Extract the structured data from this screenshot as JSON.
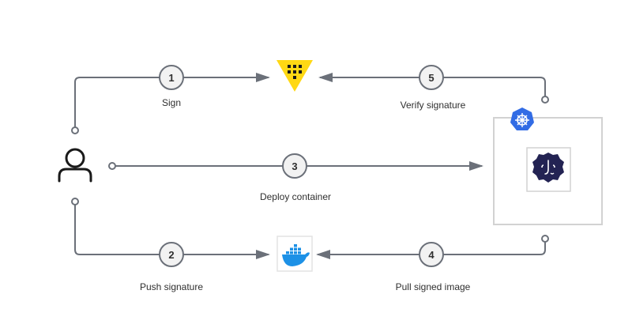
{
  "steps": [
    {
      "number": "1",
      "label": "Sign"
    },
    {
      "number": "2",
      "label": "Push signature"
    },
    {
      "number": "3",
      "label": "Deploy container"
    },
    {
      "number": "4",
      "label": "Pull signed image"
    },
    {
      "number": "5",
      "label": "Verify signature"
    }
  ],
  "icons": {
    "user": "user-icon",
    "vault": "vault-icon",
    "docker": "docker-icon",
    "kubernetes": "kubernetes-icon",
    "admission_controller": "admission-controller-icon"
  },
  "colors": {
    "line": "#6b7079",
    "badge_fill": "#f2f2f2",
    "vault_yellow": "#ffd814",
    "docker_blue": "#1d91e6",
    "kubernetes_blue": "#326ce5",
    "controller_navy": "#232353",
    "box_border": "#cfcfcf"
  }
}
